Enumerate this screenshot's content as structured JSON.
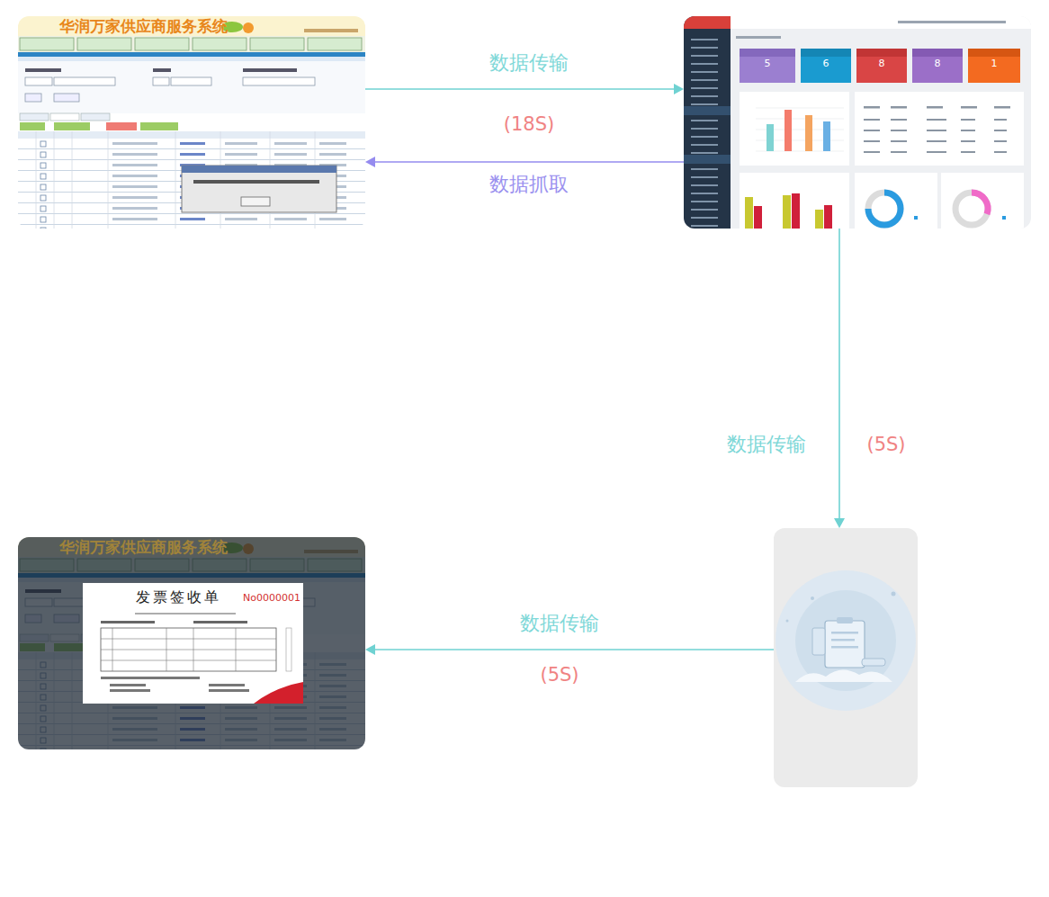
{
  "diagram": {
    "nodes": [
      {
        "text": [
          "华润万家供应商服务系统"
        ]
      },
      {
        "text": [
          "5",
          "6",
          "8",
          "8",
          "1"
        ]
      },
      {
        "text": []
      },
      {
        "text": [
          "华润万家供应商服务系统",
          "发票签收单",
          "No0000001"
        ]
      }
    ],
    "edges": [
      {
        "from": 0,
        "to": 1,
        "label": "数据传输",
        "arrow": "to"
      },
      {
        "from": 1,
        "to": 0,
        "label": "数据抓取",
        "arrow": "to"
      },
      {
        "from": 1,
        "to": 2,
        "label": "数据传输",
        "arrow": "to"
      },
      {
        "from": 2,
        "to": 3,
        "label": "数据传输",
        "arrow": "to"
      }
    ],
    "labels": [
      "(18S)",
      "(5S)",
      "(5S)"
    ]
  }
}
